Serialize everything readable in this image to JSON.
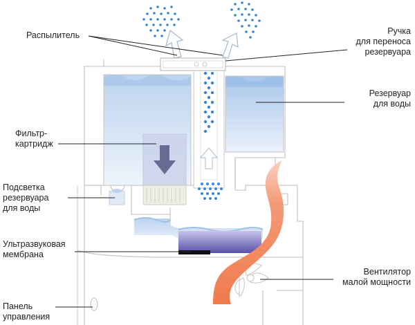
{
  "labels": {
    "sprayer": "Распылитель",
    "handle": "Ручка\nдля переноса\nрезервуара",
    "tank": "Резервуар\nдля воды",
    "filter": "Фильтр-\nкартридж",
    "backlight": "Подсветка\nрезервуара\nдля воды",
    "membrane": "Ультразвуковая\nмембрана",
    "fan": "Вентилятор\nмалой мощности",
    "panel": "Панель\nуправления"
  },
  "colors": {
    "outline": "#c8c8c8",
    "water_light": "#e8f0f9",
    "water_mid": "#cfe0f3",
    "water_deep": "#9cbfe5",
    "droplet": "#3a86d4",
    "filter_fill": "#cbd5ea",
    "filter_arrow": "#6a6c94",
    "membrane_top": "#b7b2e4",
    "membrane_bottom": "#5f55ac",
    "air_flow": "#f08a62",
    "leader_line": "#222222"
  }
}
